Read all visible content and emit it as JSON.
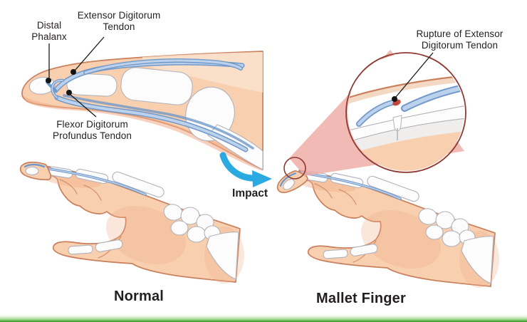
{
  "figure": {
    "background": "#ffffff",
    "description": "Medical illustration comparing a normal finger with mallet finger injury"
  },
  "annotations": {
    "distal_phalanx": {
      "text": "Distal\nPhalanx"
    },
    "extensor_tendon": {
      "text": "Extensor Digitorum\nTendon"
    },
    "flexor_tendon": {
      "text": "Flexor Digitorum\nProfundus Tendon"
    },
    "rupture": {
      "text": "Rupture of Extensor\nDigitorum Tendon"
    }
  },
  "captions": {
    "impact": "Impact",
    "normal": "Normal",
    "mallet": "Mallet Finger"
  },
  "colors": {
    "figure_bg": "#ffffff",
    "skin": "#F8CFAF",
    "skin_shade": "#F0AC86",
    "skin_outline": "#C9805C",
    "skin_highlight": "#FBE4D2",
    "bone": "#FCFCFD",
    "bone_outline": "#B2B2BA",
    "tendon": "#BCD1EC",
    "tendon_outline": "#7099C9",
    "arrow_blue": "#2BA9E1",
    "magnifier_red": "#8E3A33",
    "cone_pink": "#EFA9A1",
    "rupture_red": "#C23B2A",
    "label_text": "#231F20",
    "green_bar": "#4FAE3C"
  }
}
